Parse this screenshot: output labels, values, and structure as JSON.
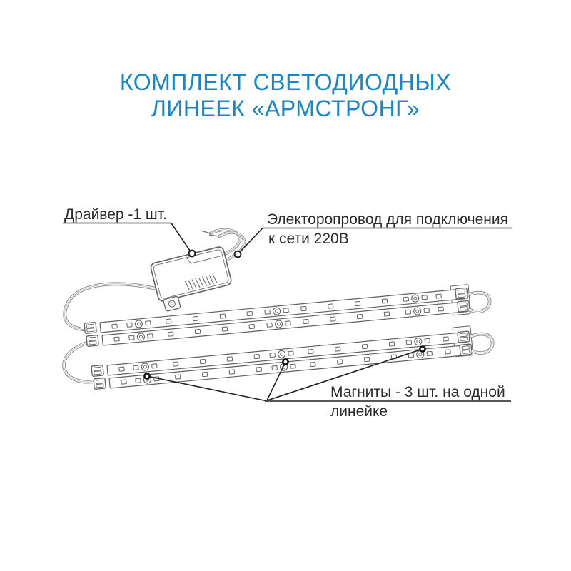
{
  "title": {
    "line1": "КОМПЛЕКТ СВЕТОДИОДНЫХ",
    "line2": "ЛИНЕЕК «АРМСТРОНГ»",
    "color": "#1787c8"
  },
  "callouts": {
    "driver": {
      "text": "Драйвер -1 шт."
    },
    "power_cord": {
      "line1": "Электоропровод для подключения",
      "line2": "к сети 220В"
    },
    "magnets": {
      "line1": "Магниты - 3 шт. на одной",
      "line2": "линейке"
    }
  },
  "diagram": {
    "strips": 2,
    "rails_per_strip": 2,
    "magnets_per_rail": 3,
    "ink_color": "#2b2b2b",
    "line_art_color": "#606060",
    "wire_color": "#8c8c8c"
  }
}
